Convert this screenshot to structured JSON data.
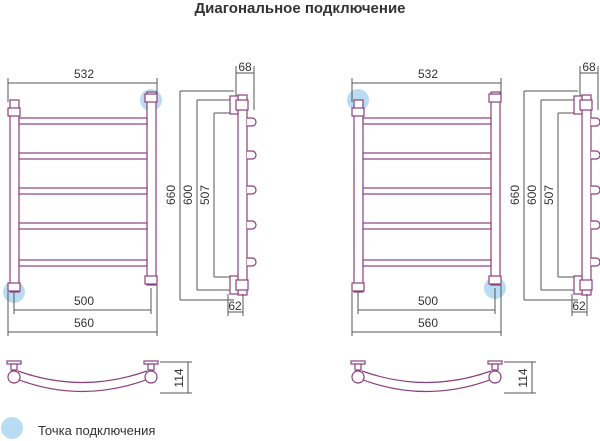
{
  "title": "Диагональное подключение",
  "legend": {
    "label": "Точка подключения"
  },
  "colors": {
    "outline": "#8b3f7f",
    "dimension": "#555555",
    "connection": "#b9dcf5"
  },
  "drawings": [
    {
      "name": "left-drawing",
      "connections": [
        "top-right",
        "bottom-left"
      ],
      "dims": {
        "top_width": "532",
        "axis_width": "500",
        "total_width": "560",
        "h660": "660",
        "h600": "600",
        "h507": "507",
        "depth_top": "68",
        "depth_bottom": "62",
        "bottom_depth": "114"
      }
    },
    {
      "name": "right-drawing",
      "connections": [
        "top-left",
        "bottom-right"
      ],
      "dims": {
        "top_width": "532",
        "axis_width": "500",
        "total_width": "560",
        "h660": "660",
        "h600": "600",
        "h507": "507",
        "depth_top": "68",
        "depth_bottom": "62",
        "bottom_depth": "114"
      }
    }
  ]
}
